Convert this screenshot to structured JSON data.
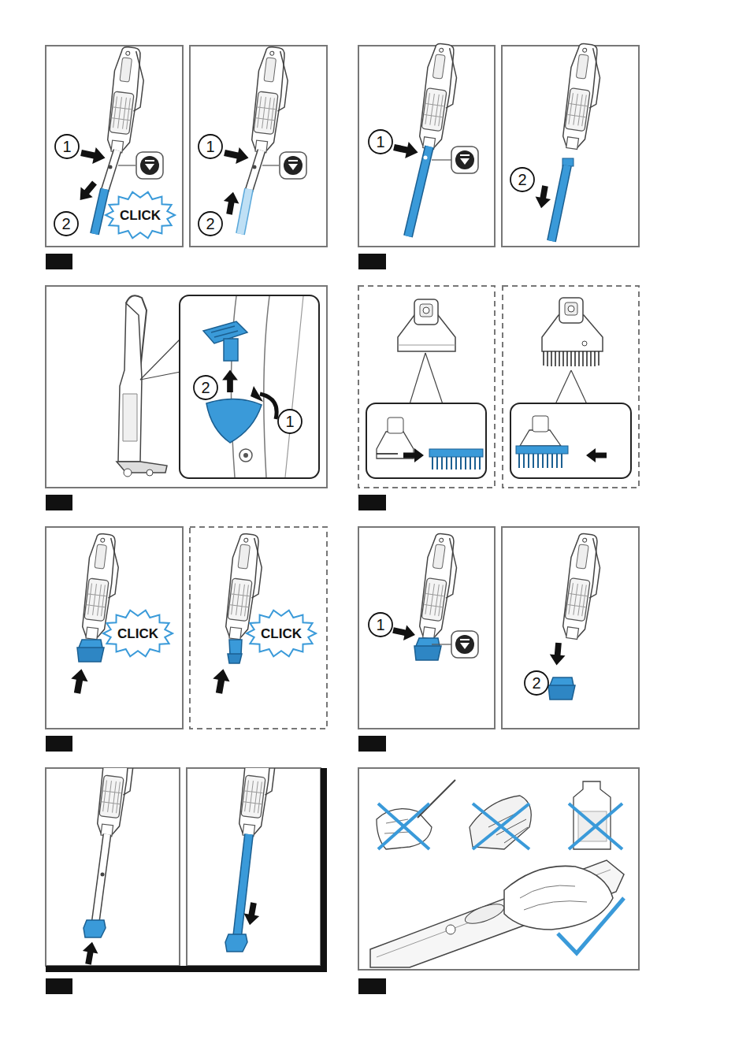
{
  "diagram": {
    "labels": [
      "1",
      "2",
      "CLICK",
      "1",
      "2",
      "1",
      "2",
      "2",
      "1",
      "CLICK",
      "CLICK",
      "1",
      "2"
    ]
  }
}
